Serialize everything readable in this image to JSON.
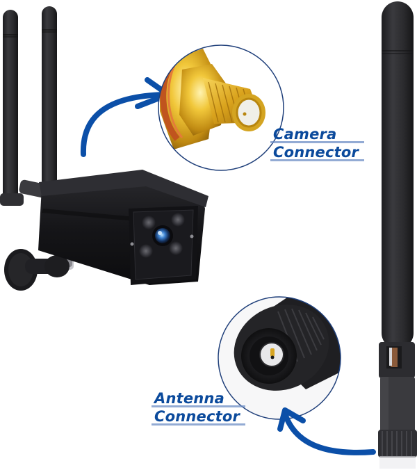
{
  "labels": {
    "camera_connector": {
      "line1": "Camera",
      "line2": "Connector"
    },
    "antenna_connector": {
      "line1": "Antenna",
      "line2": "Connector"
    }
  },
  "colors": {
    "label_text": "#0b4a9c",
    "label_underline": "#6f8fc5",
    "arrow": "#0b4fa8",
    "circle_outline": "#1f3f7a",
    "antenna_body": "#2b2b2e",
    "camera_body": "#1c1c1f",
    "gold_connector": "#d8a61c"
  },
  "objects": [
    "security-camera-with-two-antennas",
    "gold-sma-female-camera-connector",
    "black-rubber-duck-antenna",
    "black-sma-antenna-connector"
  ]
}
